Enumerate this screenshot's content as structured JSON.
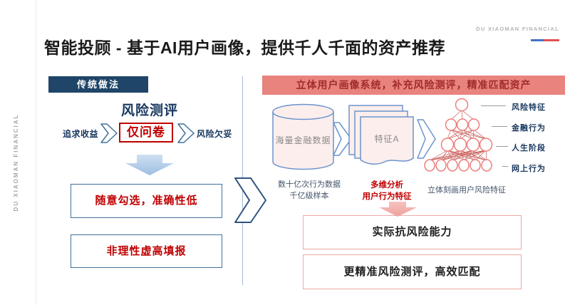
{
  "brand": {
    "top_right": "DU XIAOMAN FINANCIAL",
    "side_vertical": "DU XIAOMAN FINANCIAL"
  },
  "title": "智能投顾 - 基于AI用户画像，提供千人千面的资产推荐",
  "left_panel": {
    "header": "传统做法",
    "subtitle": "风险测评",
    "flow": {
      "start": "追求收益",
      "center": "仅问卷",
      "end": "风险欠妥"
    },
    "issues": [
      "随意勾选，准确性低",
      "非理性虚高填报"
    ]
  },
  "right_panel": {
    "header": "立体用户画像系统，补充风险测评，精准匹配资产",
    "database_label": "海量金融数据",
    "feature_label": "特征A",
    "network_labels": [
      "风险特征",
      "金融行为",
      "人生阶段",
      "网上行为"
    ],
    "captions": {
      "data_scale": "数十亿次行为数据\n千亿级样本",
      "analysis": "多维分析\n用户行为特征",
      "profile": "立体刻画用户风险特征"
    },
    "results": [
      "实际抗风险能力",
      "更精准风险测评，高效匹配"
    ]
  },
  "colors": {
    "navy": "#1f4568",
    "navy_text": "#17375e",
    "red": "#c00000",
    "salmon_header_bg": "#e9837e",
    "salmon_header_text": "#a02c2a",
    "pink_border": "#f0a8a4",
    "blue_stroke": "#6b93ce",
    "light_pink_fill": "#fceeec",
    "network_node": "#ec7e7c"
  }
}
